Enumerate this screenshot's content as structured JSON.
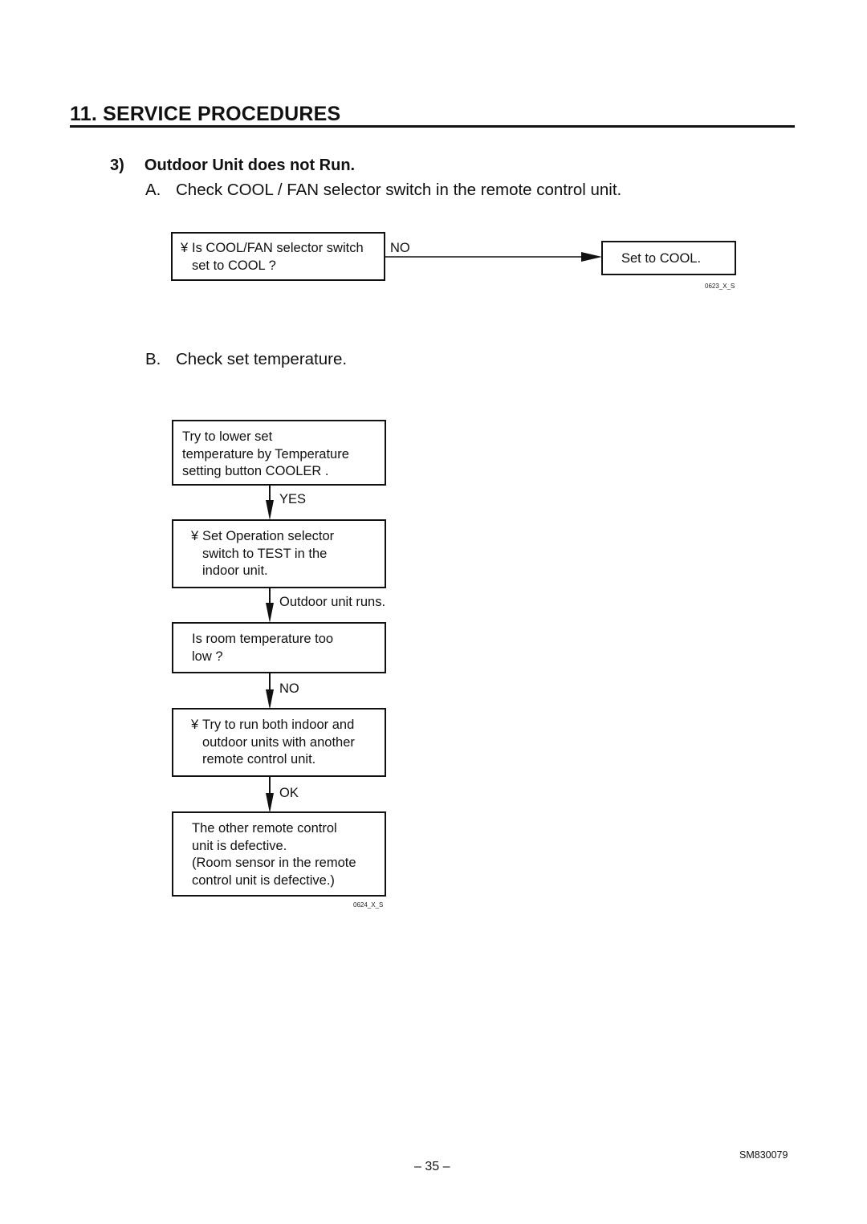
{
  "header": {
    "section_title": "11.  SERVICE PROCEDURES"
  },
  "subsection": {
    "number": "3)",
    "title": "Outdoor Unit does not Run."
  },
  "check_a": {
    "letter": "A.",
    "text": "Check COOL / FAN selector switch in the remote control unit."
  },
  "flow_a": {
    "question": {
      "bullet": "¥",
      "line1": "Is COOL/FAN selector switch",
      "line2": "set to COOL ?"
    },
    "no_label": "NO",
    "result": "Set to COOL.",
    "figure_code": "0623_X_S"
  },
  "check_b": {
    "letter": "B.",
    "text": "Check set temperature."
  },
  "flow_b": {
    "step1": {
      "line1": "Try to lower set",
      "line2": "temperature by Temperature",
      "line3": "setting button  COOLER ."
    },
    "label1": "YES",
    "step2": {
      "bullet": "¥",
      "line1": "Set  Operation selector",
      "line2": "switch to TEST in the",
      "line3": "indoor unit."
    },
    "label2": "Outdoor unit runs.",
    "step3": {
      "line1": "Is room temperature too",
      "line2": "low ?"
    },
    "label3": "NO",
    "step4": {
      "bullet": "¥",
      "line1": "Try to run both indoor and",
      "line2": "outdoor units with another",
      "line3": "remote control unit."
    },
    "label4": "OK",
    "step5": {
      "line1": "The other remote control",
      "line2": "unit is defective.",
      "line3": "(Room sensor in the remote",
      "line4": "control unit is defective.)"
    },
    "figure_code": "0624_X_S"
  },
  "footer": {
    "page_number": "– 35 –",
    "doc_code": "SM830079"
  }
}
